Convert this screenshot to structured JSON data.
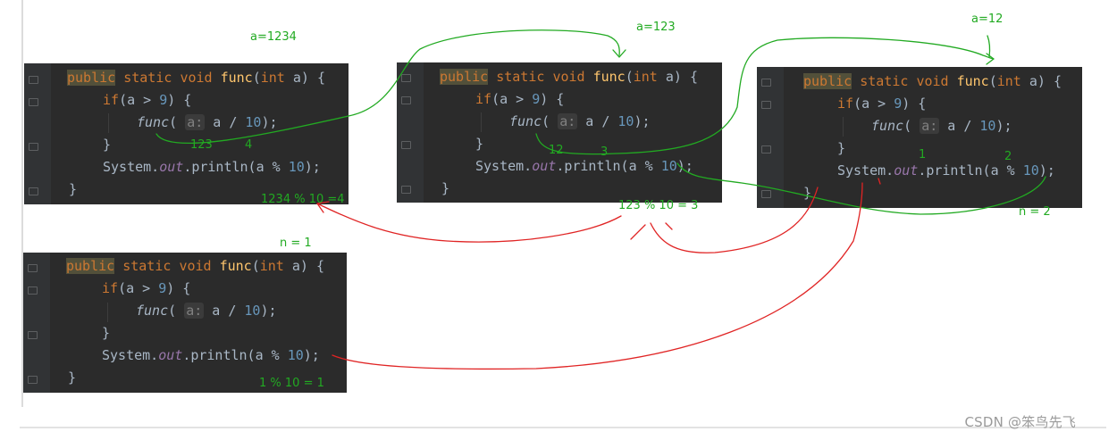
{
  "code": {
    "kw_public": "public",
    "kw_static": "static",
    "kw_void": "void",
    "fn_name": "func",
    "paren_open": "(",
    "kw_int": "int",
    "param": "a",
    "sig_end": ") {",
    "kw_if": "if",
    "cond_open": "(a > ",
    "cond_num": "9",
    "cond_end": ") {",
    "call_name": "func",
    "call_open": "( ",
    "hint": "a:",
    "call_arg": " a / ",
    "call_num": "10",
    "call_end": ");",
    "close_inner": "}",
    "sys": "System.",
    "out": "out",
    "println": ".println(a % ",
    "print_num": "10",
    "print_end": ");",
    "close_outer": "}"
  },
  "notes": {
    "p1_top": "a=1234",
    "p2_top": "a=123",
    "p3_top": "a=12",
    "p1_arg": "123",
    "p1_rem": "4",
    "p2_arg": "12",
    "p2_rem": "3",
    "p3_arg": "1",
    "p3_rem": "2",
    "p1_result": "1234 % 10 =4",
    "p2_result": "123 % 10 = 3",
    "p3_n": "n = 2",
    "p4_n": "n = 1",
    "p4_result": "1 % 10 = 1"
  },
  "watermark": "CSDN @笨鸟先飞",
  "colors": {
    "editor_bg": "#2b2b2b",
    "keyword": "#cc7832",
    "function": "#ffc66d",
    "number": "#6897bb",
    "field": "#9876aa",
    "annotation_green": "#22aa22",
    "annotation_red": "#e02424"
  }
}
